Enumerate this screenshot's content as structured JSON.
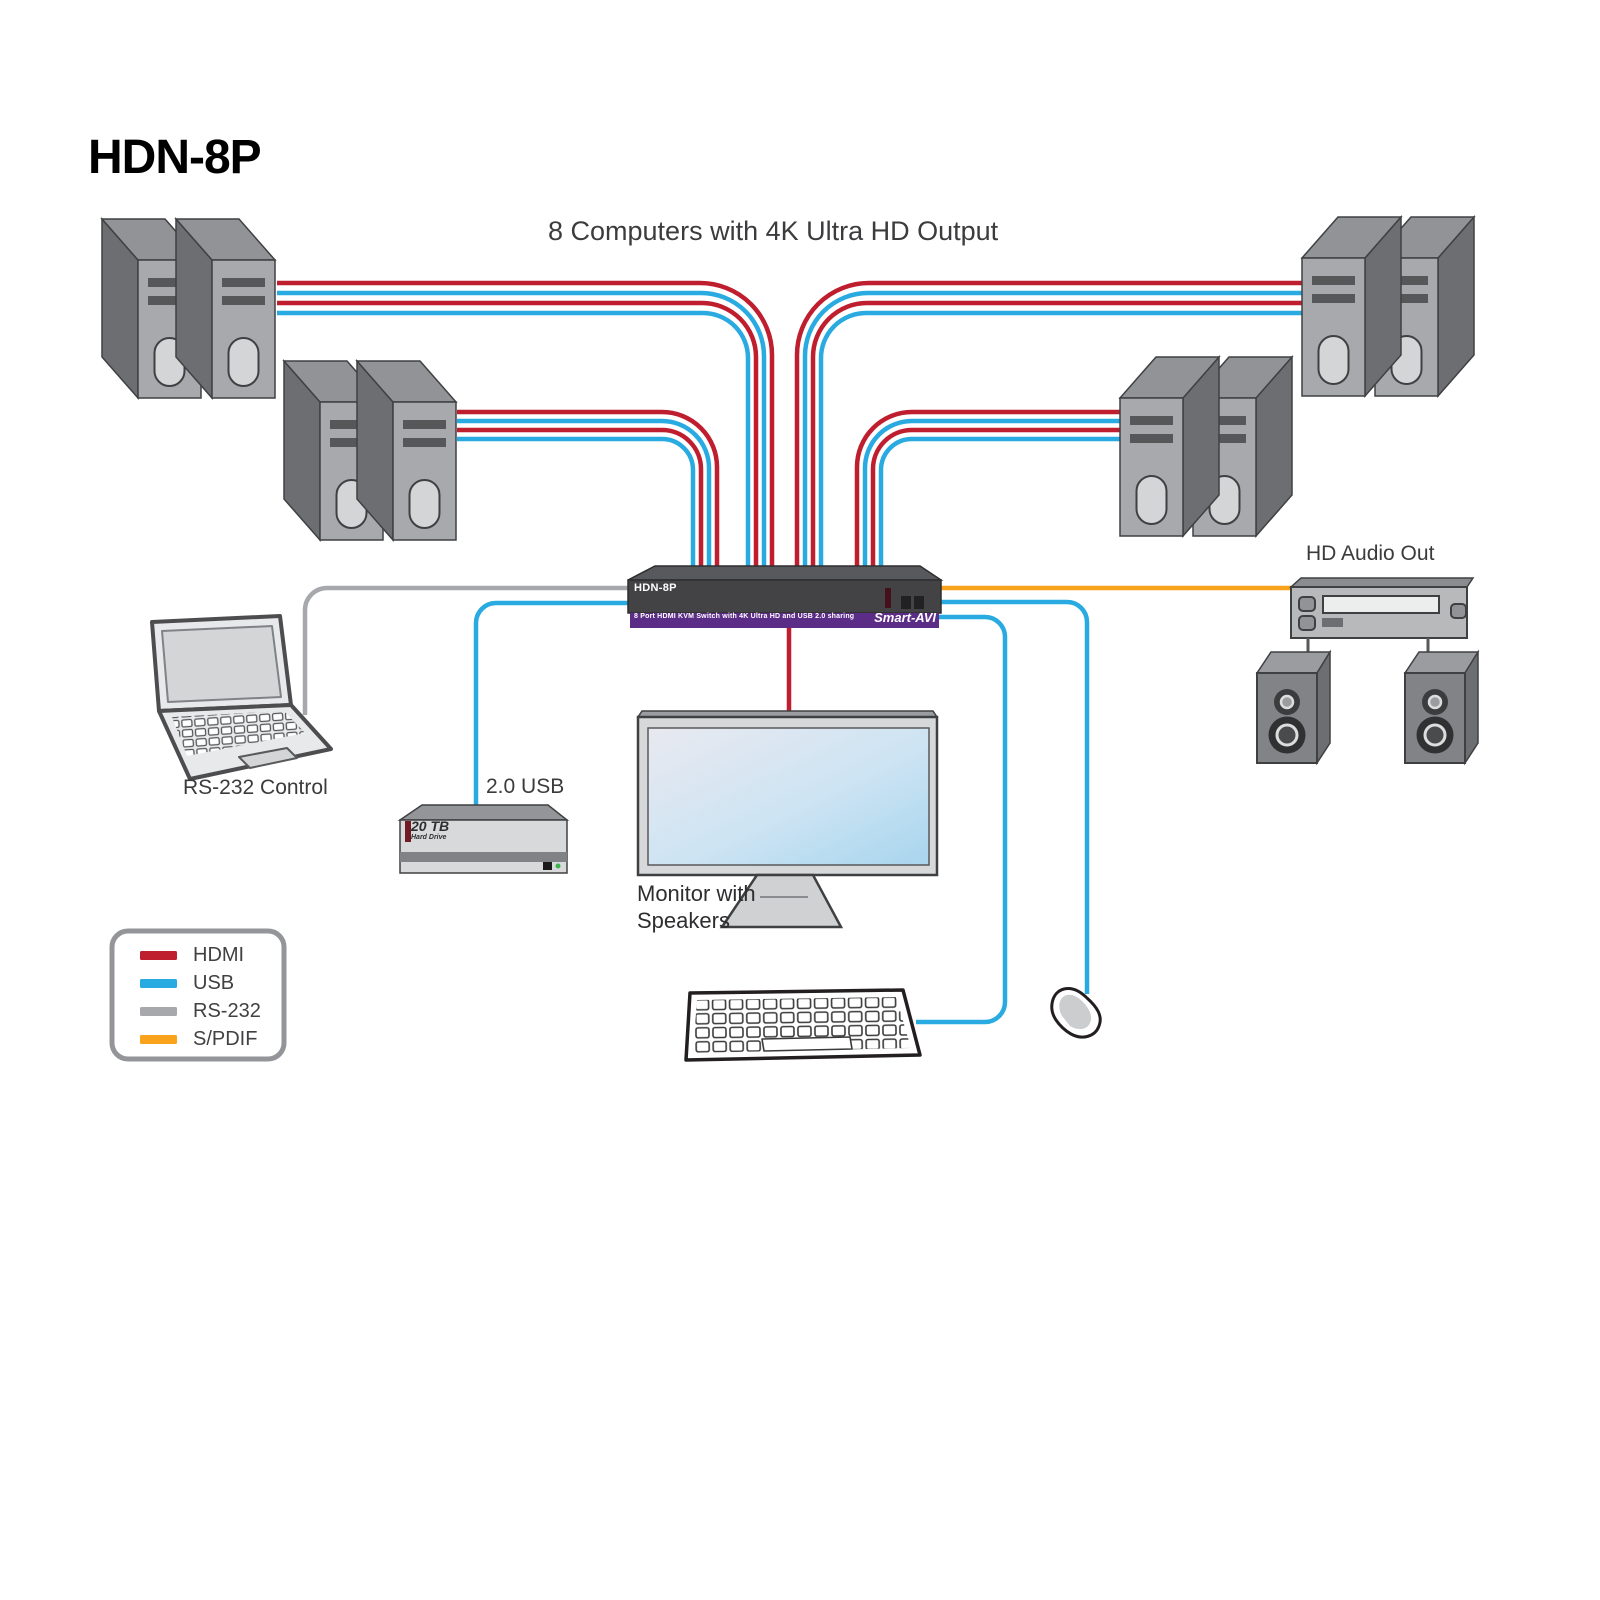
{
  "title": "HDN-8P",
  "subtitle": "8 Computers with 4K Ultra HD Output",
  "kvm": {
    "model": "HDN-8P",
    "description": "8 Port HDMI KVM Switch with 4K Ultra HD and USB 2.0 sharing",
    "brand": "Smart-AVI"
  },
  "labels": {
    "laptop": "RS-232 Control",
    "usb": "2.0 USB",
    "monitor": "Monitor with\nSpeakers",
    "audio_out": "HD Audio Out"
  },
  "hard_drive": {
    "capacity": "20 TB",
    "type": "Hard Drive"
  },
  "legend": {
    "items": [
      {
        "label": "HDMI",
        "color": "#be1e2d"
      },
      {
        "label": "USB",
        "color": "#29abe2"
      },
      {
        "label": "RS-232",
        "color": "#a6a8ab"
      },
      {
        "label": "S/PDIF",
        "color": "#f9a21b"
      }
    ]
  }
}
